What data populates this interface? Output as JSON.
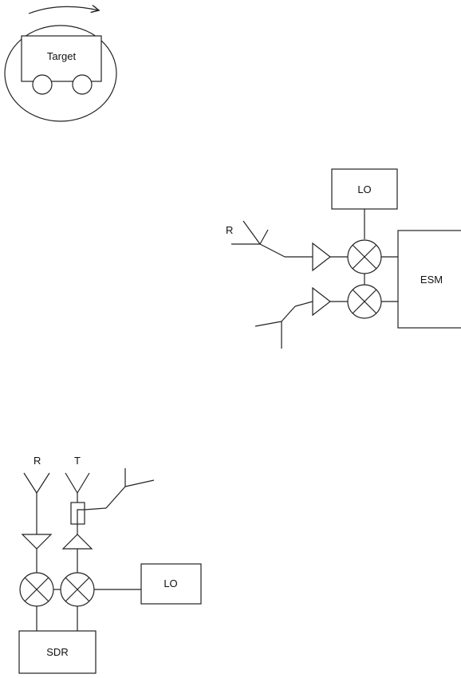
{
  "target_block": {
    "label": "Target"
  },
  "esm_block": {
    "rx_antenna_label": "R",
    "lo_label": "LO",
    "esm_label": "ESM"
  },
  "sdr_block": {
    "rx_antenna_label": "R",
    "tx_antenna_label": "T",
    "lo_label": "LO",
    "sdr_label": "SDR"
  }
}
